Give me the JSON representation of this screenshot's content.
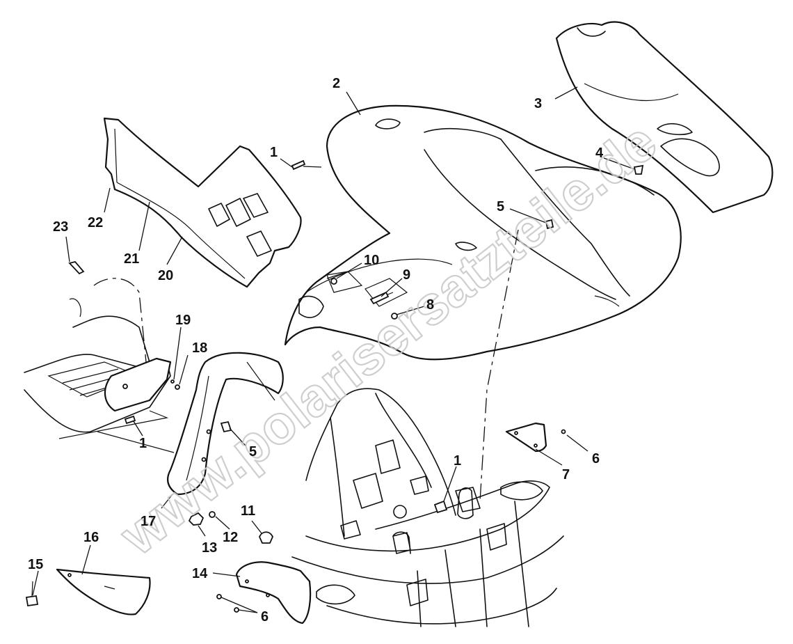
{
  "watermark": {
    "text": "www.polarisersatzteile.de",
    "color": "#c9c9c9"
  },
  "callouts": {
    "c1a": "1",
    "c1b": "1",
    "c1c": "1",
    "c2": "2",
    "c3": "3",
    "c4": "4",
    "c5a": "5",
    "c5b": "5",
    "c6a": "6",
    "c6b": "6",
    "c7": "7",
    "c8": "8",
    "c9": "9",
    "c10": "10",
    "c11": "11",
    "c12": "12",
    "c13": "13",
    "c14": "14",
    "c15": "15",
    "c16": "16",
    "c17": "17",
    "c18": "18",
    "c19": "19",
    "c20": "20",
    "c21": "21",
    "c22": "22",
    "c23": "23"
  },
  "parts": [
    {
      "callout": "2",
      "icon": "rear-fender-cab"
    },
    {
      "callout": "3",
      "icon": "seat-cover"
    },
    {
      "callout": "20",
      "icon": "side-panel"
    },
    {
      "callout": "17",
      "icon": "front-fender-flare"
    },
    {
      "callout": "16",
      "icon": "heel-guard"
    },
    {
      "callout": "14",
      "icon": "splash-guard"
    },
    {
      "callout": "7",
      "icon": "mounting-bracket"
    }
  ]
}
